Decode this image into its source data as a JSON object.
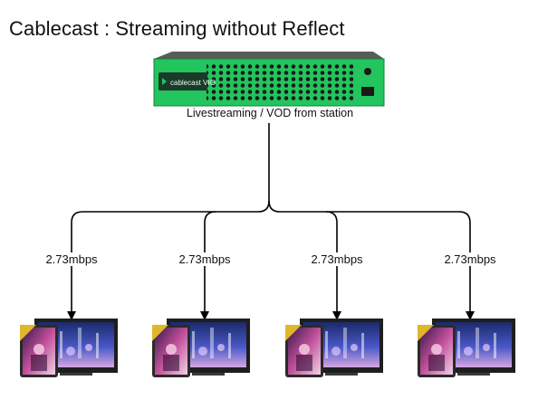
{
  "title": "Cablecast : Streaming without Reflect",
  "server": {
    "label": "Livestreaming / VOD from station",
    "brand_text": "cablecast VIO",
    "body_color": "#22c55e"
  },
  "links": [
    {
      "rate": "2.73mbps"
    },
    {
      "rate": "2.73mbps"
    },
    {
      "rate": "2.73mbps"
    },
    {
      "rate": "2.73mbps"
    }
  ],
  "clients": [
    {
      "icon": "tablet-and-tv-icon"
    },
    {
      "icon": "tablet-and-tv-icon"
    },
    {
      "icon": "tablet-and-tv-icon"
    },
    {
      "icon": "tablet-and-tv-icon"
    }
  ]
}
